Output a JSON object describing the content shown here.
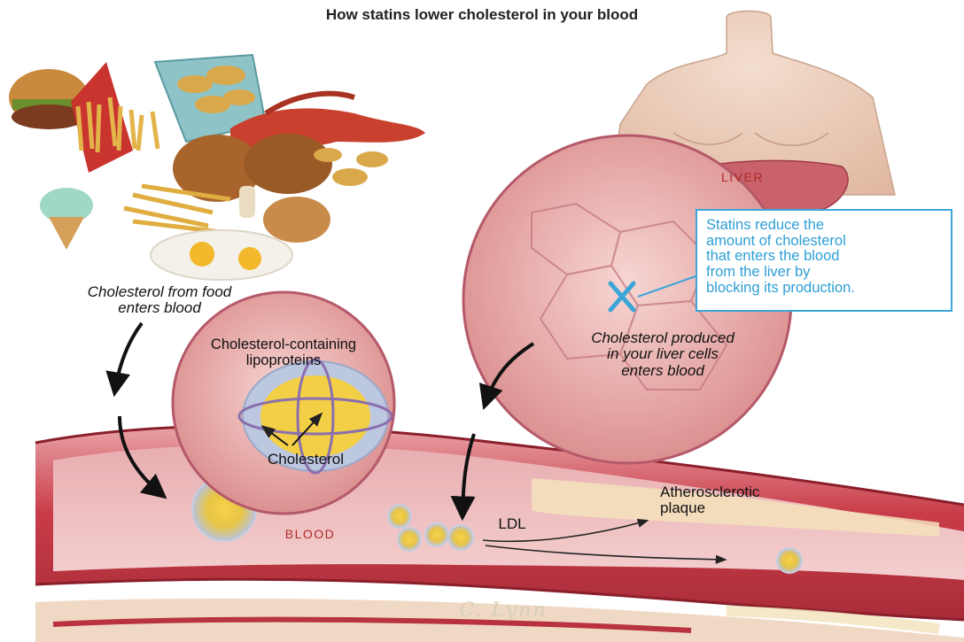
{
  "title": "How statins lower cholesterol in your blood",
  "food_caption": [
    "Cholesterol from food",
    "enters blood"
  ],
  "liver_label": "LIVER",
  "statin_callout": [
    "Statins reduce the",
    "amount of cholesterol",
    "that enters the blood",
    "from the liver by",
    "blocking its production."
  ],
  "liver_caption": [
    "Cholesterol produced",
    "in your liver cells",
    "enters blood"
  ],
  "lipoprotein_label": [
    "Cholesterol-containing",
    "lipoproteins"
  ],
  "cholesterol_label": "Cholesterol",
  "blood_label": "BLOOD",
  "ldl_label": "LDL",
  "plaque_label": [
    "Atherosclerotic",
    "plaque"
  ],
  "signature": "C. Lynn",
  "colors": {
    "callout": "#3aa6d8",
    "vessel": "#c8454f",
    "cholesterol": "#f2c52d",
    "blocked_mark": "#3aa6d8"
  }
}
